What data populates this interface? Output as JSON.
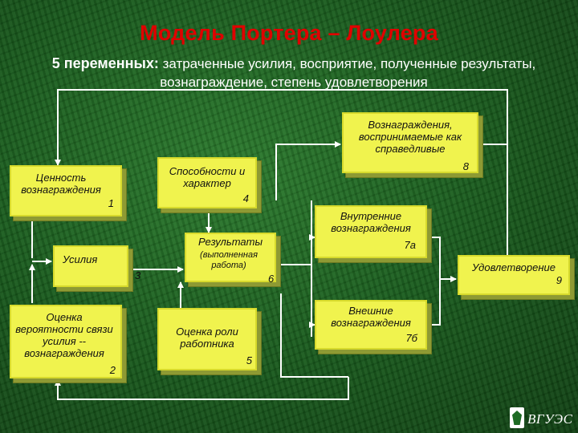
{
  "title": "Модель Портера – Лоулера",
  "subtitle": {
    "lead": "5 переменных:",
    "rest": " затраченные усилия, восприятие, полученные результаты, вознаграждение, степень удовлетворения"
  },
  "boxes": {
    "value": {
      "label": "Ценность вознаграждения",
      "num": "1"
    },
    "probability": {
      "label": "Оценка вероятности связи усилия -- вознаграждения",
      "num": "2"
    },
    "effort": {
      "label": "Усилия",
      "num": "3"
    },
    "abilities": {
      "label": "Способности и характер",
      "num": "4"
    },
    "results": {
      "label": "Результаты",
      "note": "(выполненная работа)",
      "num": "6"
    },
    "role": {
      "label": "Оценка роли работника",
      "num": "5"
    },
    "fair_rewards": {
      "label": "Вознаграждения, воспринимаемые как справедливые",
      "num": "8"
    },
    "internal_rewards": {
      "label": "Внутренние вознаграждения",
      "num": "7а"
    },
    "external_rewards": {
      "label": "Внешние вознаграждения",
      "num": "7б"
    },
    "satisfaction": {
      "label": "Удовлетворение",
      "num": "9"
    }
  },
  "logo": {
    "text": "ВГУЭС"
  }
}
